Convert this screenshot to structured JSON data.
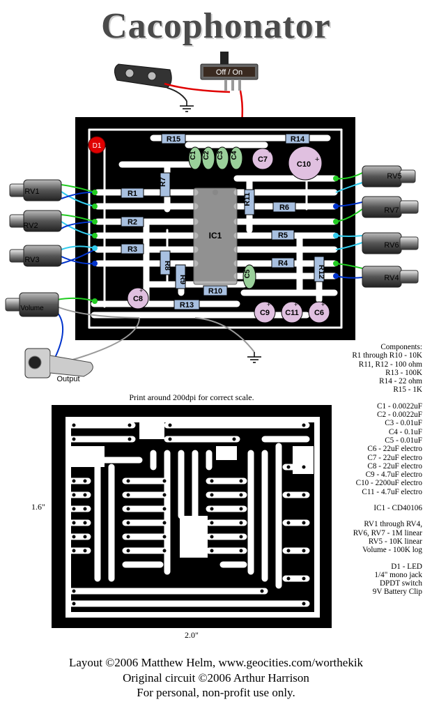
{
  "title": "Cacophonator",
  "switch_label": "Off / On",
  "board_labels": {
    "r1": "R1",
    "r2": "R2",
    "r3": "R3",
    "r4": "R4",
    "r5": "R5",
    "r6": "R6",
    "r7": "R7",
    "r8": "R8",
    "r9": "R9",
    "r10": "R10",
    "r11": "R11",
    "r12": "R12",
    "r13": "R13",
    "r14": "R14",
    "r15": "R15",
    "c1": "C1",
    "c2": "C2",
    "c3": "C3",
    "c4": "C4",
    "c5": "C5",
    "c6": "C6",
    "c7": "C7",
    "c8": "C8",
    "c9": "C9",
    "c10": "C10",
    "c11": "C11",
    "ic1": "IC1",
    "d1": "D1"
  },
  "pot_labels": {
    "rv1": "RV1",
    "rv2": "RV2",
    "rv3": "RV3",
    "rv4": "RV4",
    "rv5": "RV5",
    "rv6": "RV6",
    "rv7": "RV7",
    "volume": "Volume",
    "output": "Output"
  },
  "components_heading": "Components:",
  "resistors": [
    "R1 through R10 - 10K",
    "R11, R12 - 100 ohm",
    "R13 - 100K",
    "R14 - 22 ohm",
    "R15 - 1K"
  ],
  "capacitors": [
    "C1 - 0.0022uF",
    "C2 - 0.0022uF",
    "C3 - 0.01uF",
    "C4 - 0.1uF",
    "C5 - 0.01uF",
    "C6 - 22uF electro",
    "C7 - 22uF electro",
    "C8 - 22uF electro",
    "C9 - 4.7uF electro",
    "C10 - 2200uF electro",
    "C11 - 4.7uF electro"
  ],
  "ic": "IC1 - CD40106",
  "pots": [
    "RV1 through RV4,",
    "RV6, RV7 - 1M linear",
    "RV5 - 10K linear",
    "Volume - 100K log"
  ],
  "misc": [
    "D1 - LED",
    "1/4\" mono jack",
    "DPDT switch",
    "9V Battery Clip"
  ],
  "print_note": "Print around 200dpi for correct scale.",
  "dim_height": "1.6\"",
  "dim_width": "2.0\"",
  "footer": [
    "Layout ©2006 Matthew Helm, www.geocities.com/worthekik",
    "Original circuit ©2006 Arthur Harrison",
    "For personal, non-profit use only."
  ],
  "colors": {
    "trace_red": "#e00000",
    "trace_blue": "#0033cc",
    "trace_cyan": "#33ccee",
    "trace_green": "#22cc22",
    "board": "#000000",
    "resistor": "#a8c0e0",
    "ceramic": "#9ad09a",
    "electro": "#e0c0e0"
  }
}
